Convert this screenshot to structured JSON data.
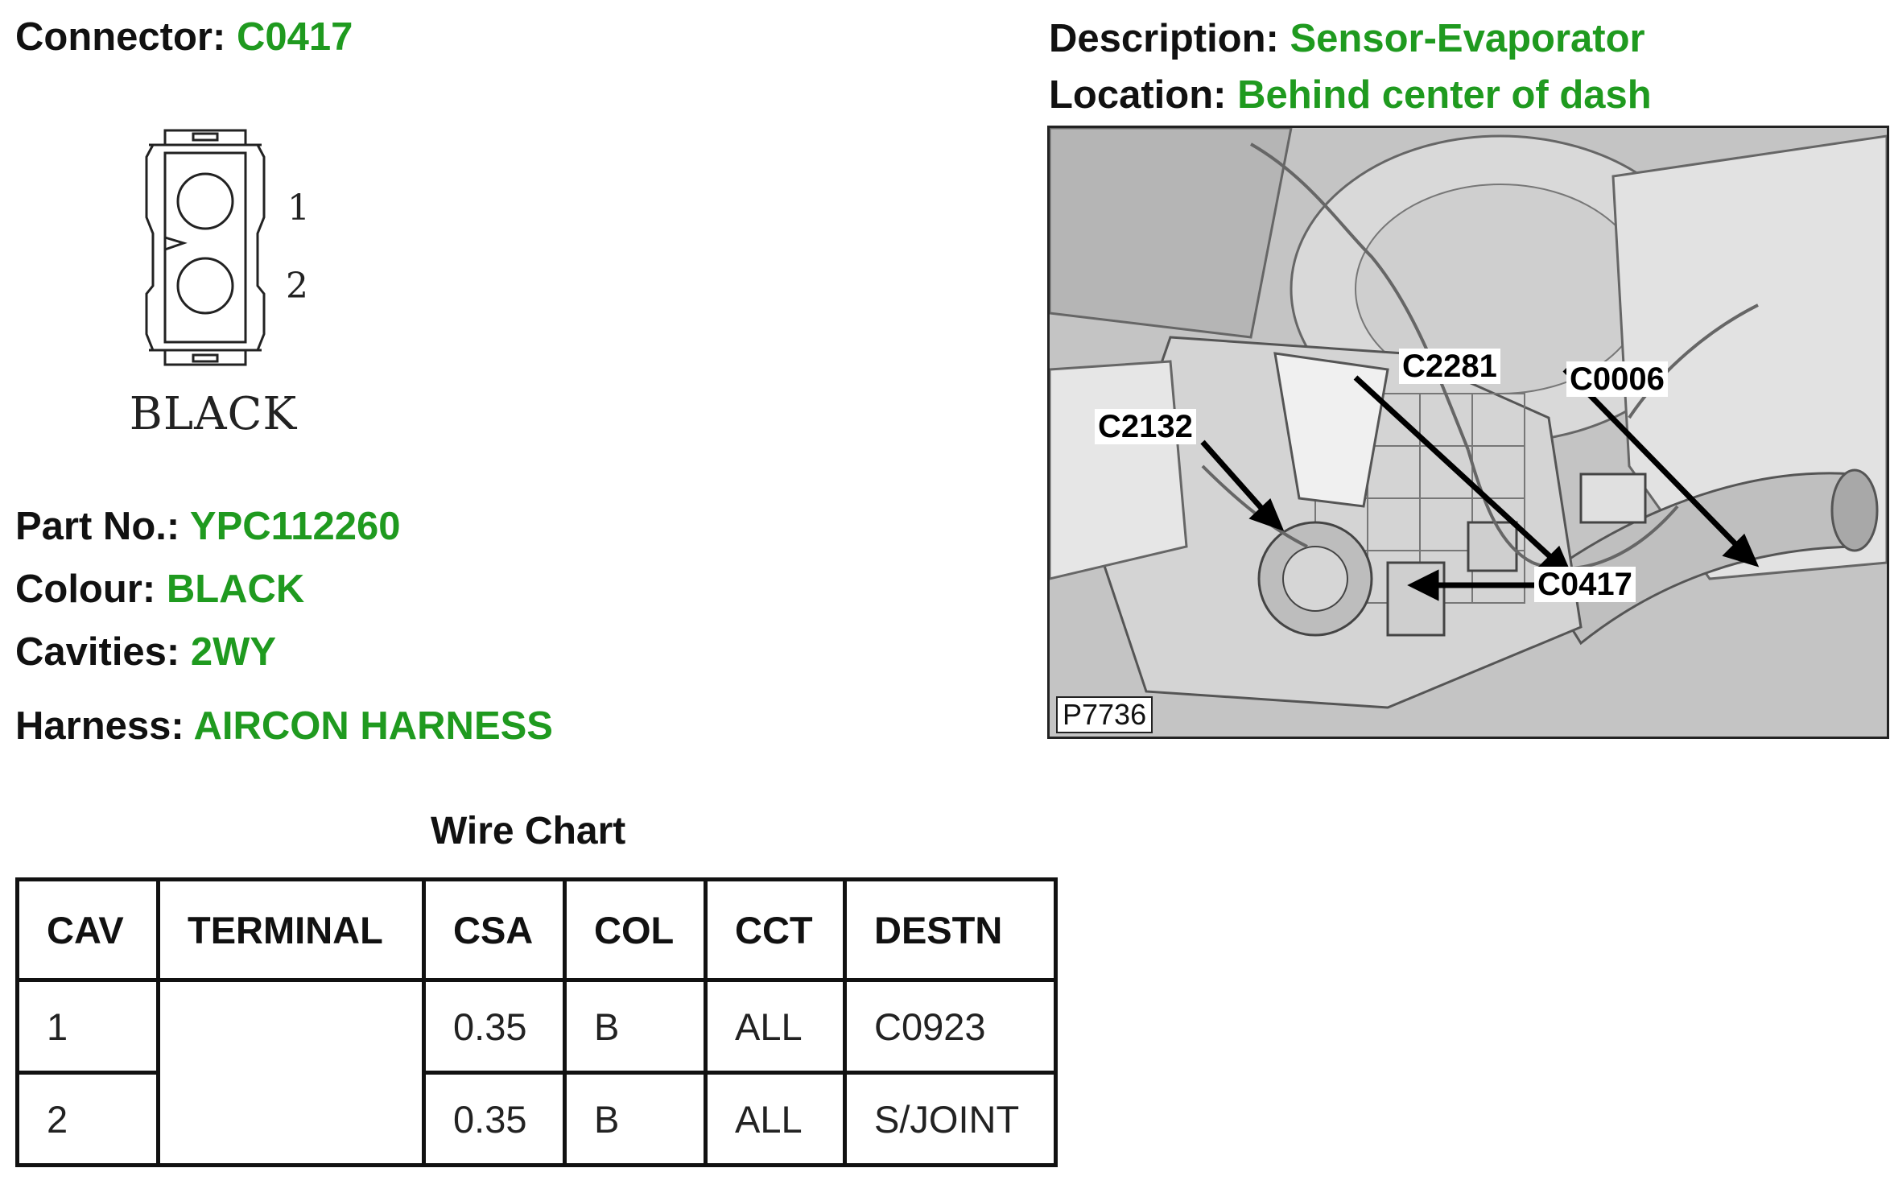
{
  "connector": {
    "label": "Connector:",
    "value": "C0417"
  },
  "description": {
    "label": "Description:",
    "value": "Sensor-Evaporator"
  },
  "location": {
    "label": "Location:",
    "value": "Behind center of dash"
  },
  "connector_diagram": {
    "cavity_numbers": [
      "1",
      "2"
    ],
    "color_label": "BLACK"
  },
  "part_no": {
    "label": "Part No.:",
    "value": "YPC112260"
  },
  "colour": {
    "label": "Colour:",
    "value": "BLACK"
  },
  "cavities": {
    "label": "Cavities:",
    "value": "2WY"
  },
  "harness": {
    "label": "Harness:",
    "value": "AIRCON HARNESS"
  },
  "photo": {
    "id": "P7736",
    "callouts": [
      "C2281",
      "C0006",
      "C2132",
      "C0417"
    ]
  },
  "wire_chart": {
    "title": "Wire Chart",
    "headers": [
      "CAV",
      "TERMINAL",
      "CSA",
      "COL",
      "CCT",
      "DESTN"
    ],
    "rows": [
      {
        "cav": "1",
        "terminal": "",
        "csa": "0.35",
        "col": "B",
        "cct": "ALL",
        "destn": "C0923"
      },
      {
        "cav": "2",
        "terminal": "",
        "csa": "0.35",
        "col": "B",
        "cct": "ALL",
        "destn": "S/JOINT"
      }
    ]
  },
  "colors": {
    "value_green": "#1f9a1f",
    "label_black": "#111111"
  }
}
